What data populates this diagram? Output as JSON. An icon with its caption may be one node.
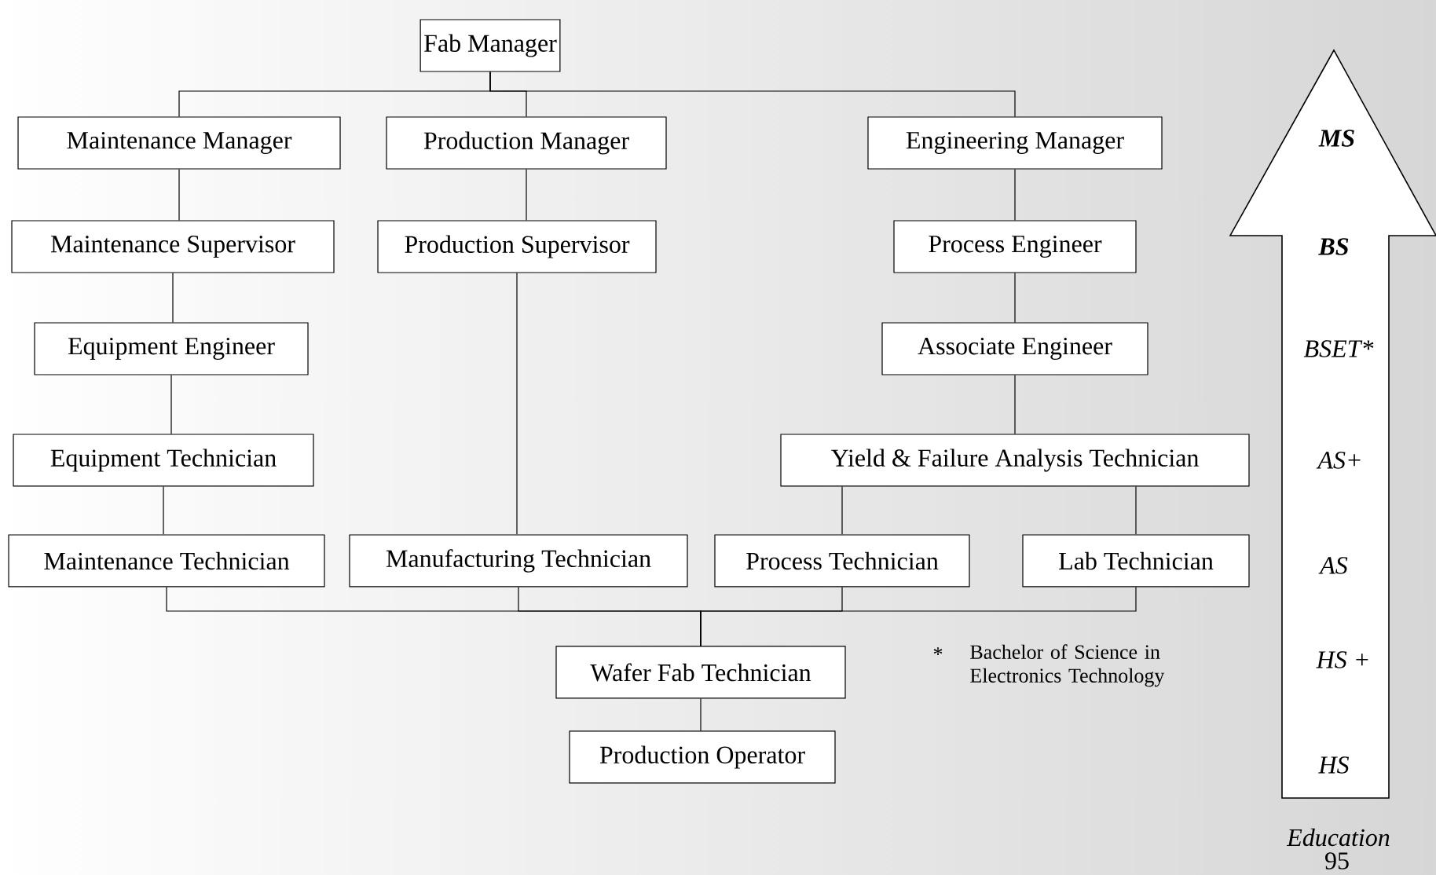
{
  "diagram": {
    "nodes": [
      {
        "text": [
          "Fab Manager"
        ]
      },
      {
        "text": [
          "Maintenance Manager"
        ]
      },
      {
        "text": [
          "Production Manager"
        ]
      },
      {
        "text": [
          "Engineering Manager"
        ]
      },
      {
        "text": [
          "Maintenance Supervisor"
        ]
      },
      {
        "text": [
          "Production Supervisor"
        ]
      },
      {
        "text": [
          "Process Engineer"
        ]
      },
      {
        "text": [
          "Equipment Engineer"
        ]
      },
      {
        "text": [
          "Associate Engineer"
        ]
      },
      {
        "text": [
          "Equipment Technician"
        ]
      },
      {
        "text": [
          "Yield & Failure Analysis Technician"
        ]
      },
      {
        "text": [
          "Maintenance Technician"
        ]
      },
      {
        "text": [
          "Manufacturing Technician"
        ]
      },
      {
        "text": [
          "Process Technician"
        ]
      },
      {
        "text": [
          "Lab Technician"
        ]
      },
      {
        "text": [
          "Wafer Fab Technician"
        ]
      },
      {
        "text": [
          "Production Operator"
        ]
      }
    ],
    "edges": [
      {
        "from": 0,
        "to": 1,
        "arrow": "none"
      },
      {
        "from": 0,
        "to": 2,
        "arrow": "none"
      },
      {
        "from": 0,
        "to": 3,
        "arrow": "none"
      },
      {
        "from": 1,
        "to": 4,
        "arrow": "none"
      },
      {
        "from": 2,
        "to": 5,
        "arrow": "none"
      },
      {
        "from": 3,
        "to": 6,
        "arrow": "none"
      },
      {
        "from": 4,
        "to": 7,
        "arrow": "none"
      },
      {
        "from": 6,
        "to": 8,
        "arrow": "none"
      },
      {
        "from": 7,
        "to": 9,
        "arrow": "none"
      },
      {
        "from": 8,
        "to": 10,
        "arrow": "none"
      },
      {
        "from": 9,
        "to": 11,
        "arrow": "none"
      },
      {
        "from": 5,
        "to": 12,
        "arrow": "none"
      },
      {
        "from": 10,
        "to": 13,
        "arrow": "none"
      },
      {
        "from": 10,
        "to": 14,
        "arrow": "none"
      },
      {
        "from": 11,
        "to": 15,
        "arrow": "none"
      },
      {
        "from": 12,
        "to": 15,
        "arrow": "none"
      },
      {
        "from": 13,
        "to": 15,
        "arrow": "none"
      },
      {
        "from": 14,
        "to": 15,
        "arrow": "none"
      },
      {
        "from": 15,
        "to": 16,
        "arrow": "none"
      }
    ],
    "labels": [
      "MS",
      "BS",
      "BSET*",
      "AS+",
      "AS",
      "HS +",
      "HS",
      "*",
      "Bachelor of Science in Electronics Technology",
      "Education",
      "95"
    ]
  }
}
